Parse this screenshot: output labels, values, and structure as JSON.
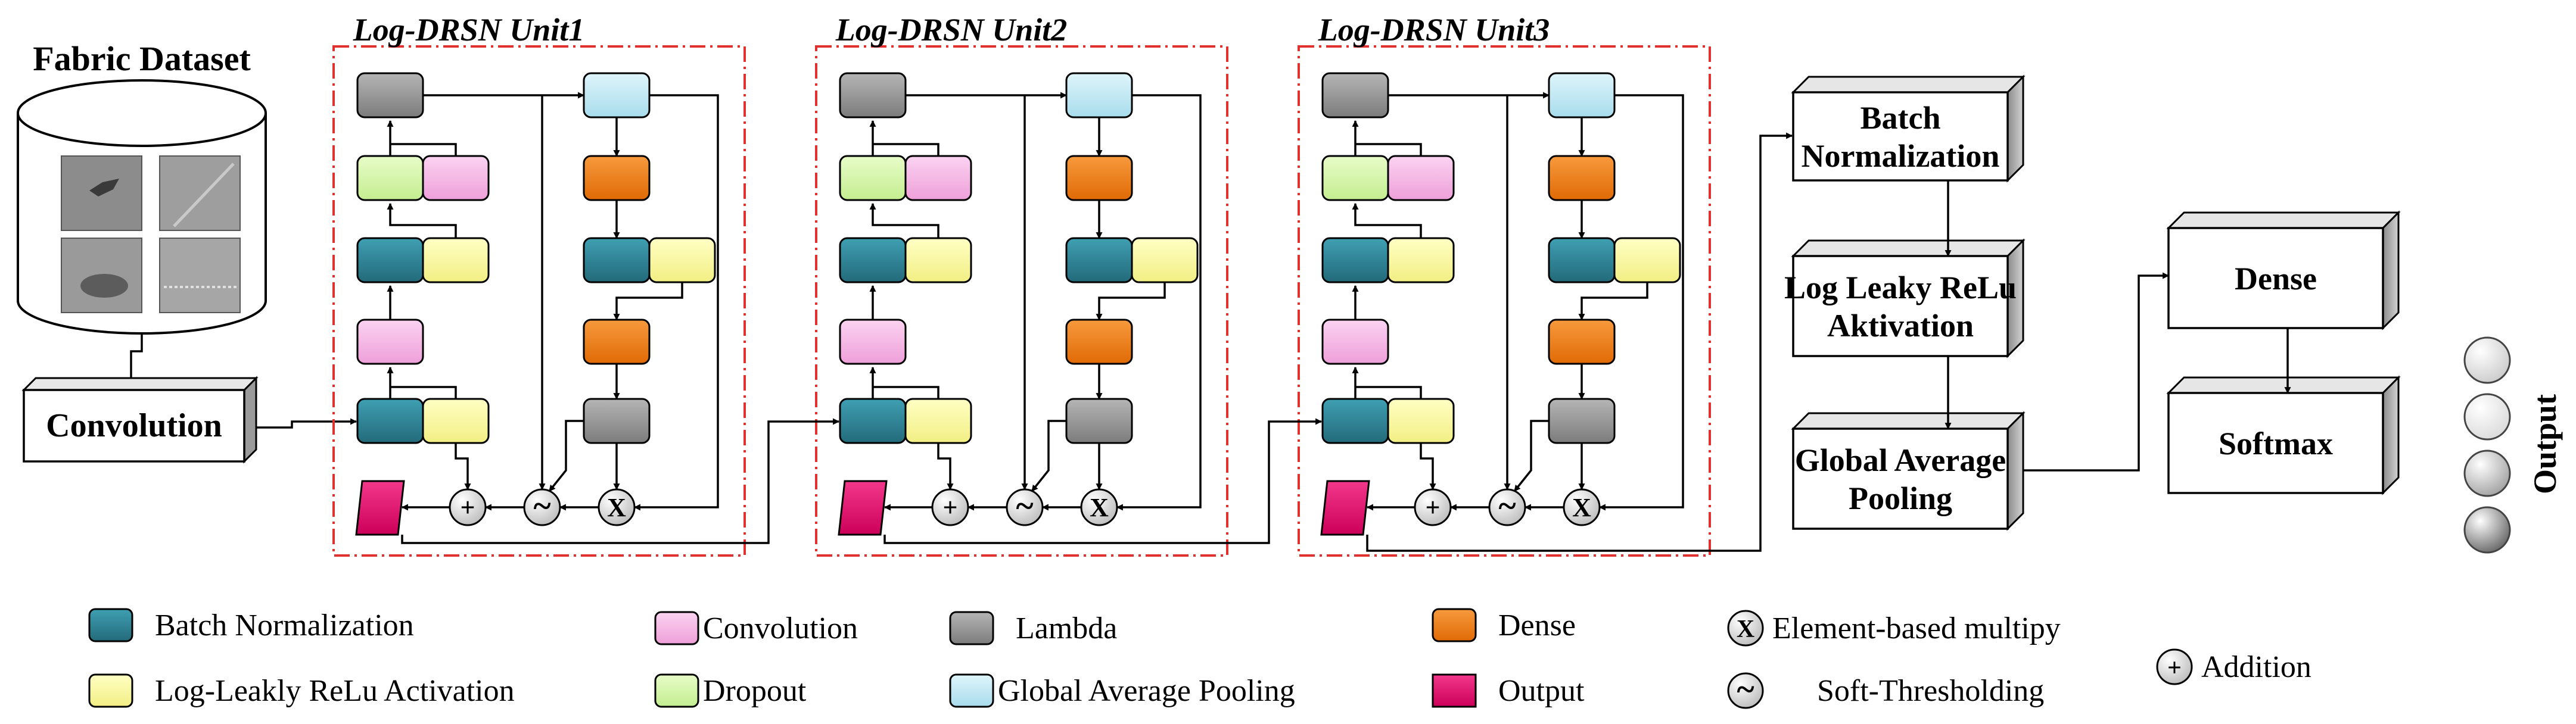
{
  "dataset": {
    "title": "Fabric Dataset"
  },
  "stem": {
    "convolution_label": "Convolution"
  },
  "units": [
    {
      "title": "Log-DRSN Unit1"
    },
    {
      "title": "Log-DRSN Unit2"
    },
    {
      "title": "Log-DRSN Unit3"
    }
  ],
  "operators": {
    "addition_symbol": "+",
    "soft_threshold_symbol": "~",
    "multiply_symbol": "X"
  },
  "head": {
    "batch_norm": [
      "Batch",
      "Normalization"
    ],
    "log_leaky": [
      "Log Leaky ReLu",
      "Aktivation"
    ],
    "gap": [
      "Global Average",
      "Pooling"
    ],
    "dense": "Dense",
    "softmax": "Softmax",
    "output_label": "Output",
    "output_nodes": 4
  },
  "legend": {
    "items": [
      {
        "label": "Batch Normalization",
        "swatch": "batch_norm"
      },
      {
        "label": "Convolution",
        "swatch": "convolution"
      },
      {
        "label": "Lambda",
        "swatch": "lambda"
      },
      {
        "label": "Dense",
        "swatch": "dense"
      },
      {
        "label": "Element-based multipy",
        "symbol": "X"
      },
      {
        "label": "Log-Leakly ReLu Activation",
        "swatch": "log_leaky"
      },
      {
        "label": "Dropout",
        "swatch": "dropout"
      },
      {
        "label": "Global Average Pooling",
        "swatch": "gap"
      },
      {
        "label": "Output",
        "swatch": "output"
      },
      {
        "label": "Soft-Thresholding",
        "symbol": "~"
      },
      {
        "label": "Addition",
        "symbol": "+"
      }
    ]
  },
  "colors": {
    "batch_norm": "#2e8194",
    "log_leaky": "#fbfaa6",
    "convolution": "#f6b9e6",
    "dropout": "#d6f7ad",
    "lambda": "#9a9a9a",
    "gap": "#c4e9f4",
    "dense": "#f27d14",
    "output": "#e6086c",
    "unit_border": "#e0312f"
  }
}
